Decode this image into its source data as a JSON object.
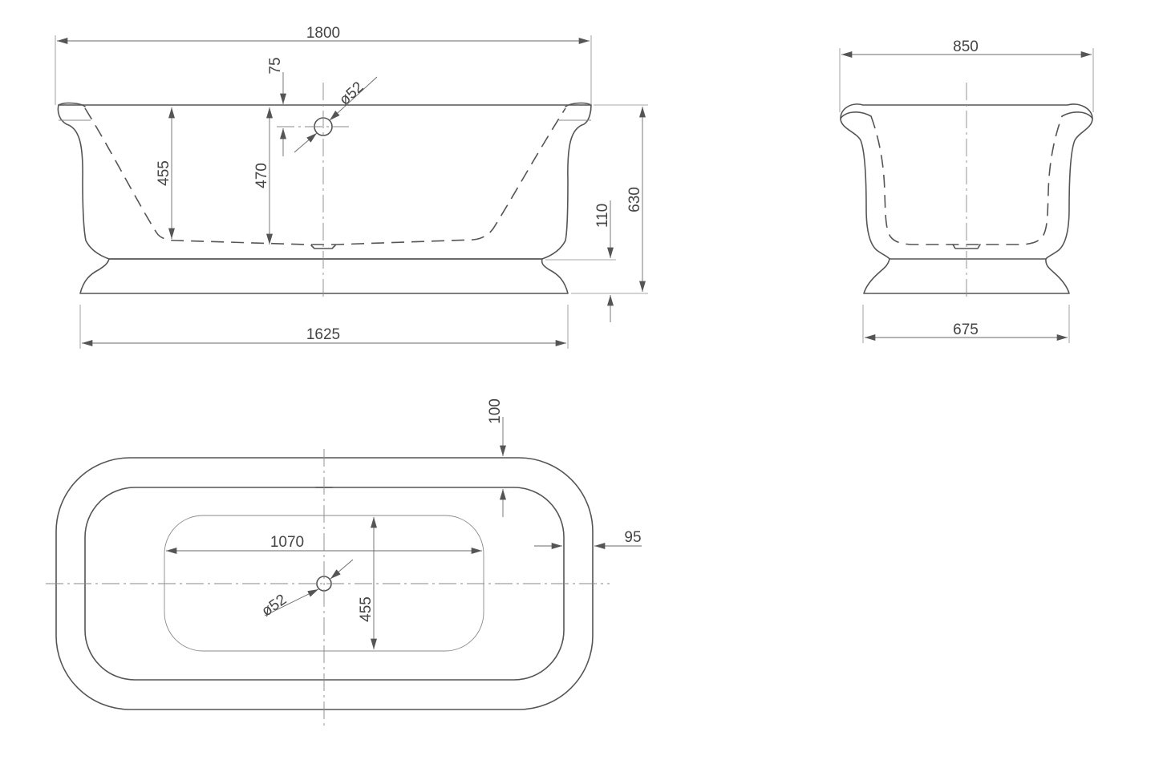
{
  "front_view": {
    "overall_length": "1800",
    "base_length": "1625",
    "depth_outer": "470",
    "depth_inner": "455",
    "waste_offset": "75",
    "waste_diameter": "ø52",
    "total_height": "630",
    "plinth_height": "110"
  },
  "side_view": {
    "overall_width": "850",
    "base_width": "675"
  },
  "plan_view": {
    "rim_width": "100",
    "side_rim": "95",
    "inner_length": "1070",
    "inner_width": "455",
    "waste_diameter": "ø52"
  },
  "colors": {
    "line": "#555555",
    "dimension": "#6a6a6a",
    "text": "#444444",
    "background": "#ffffff"
  }
}
